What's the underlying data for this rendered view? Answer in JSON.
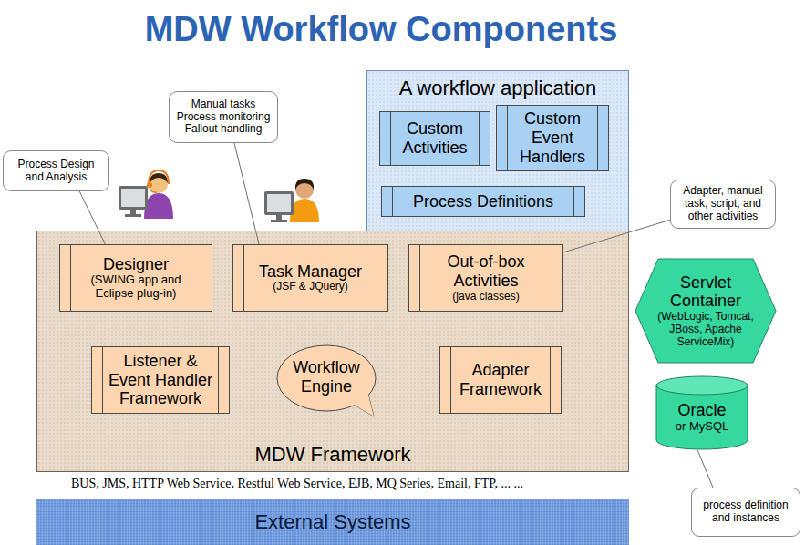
{
  "diagram": {
    "title": "MDW Workflow Components",
    "nodes": [
      {
        "text": [
          "Process Design and Analysis"
        ]
      },
      {
        "text": [
          "Manual tasks Process monitoring Fallout handling"
        ]
      },
      {
        "text": [
          "A workflow application"
        ]
      },
      {
        "text": [
          "Custom Activities"
        ],
        "in": 2
      },
      {
        "text": [
          "Custom Event Handlers"
        ],
        "in": 2
      },
      {
        "text": [
          "Process Definitions"
        ],
        "in": 2
      },
      {
        "text": [
          "Adapter, manual task, script, and other activities"
        ]
      },
      {
        "text": [
          "MDW Framework"
        ]
      },
      {
        "text": [
          "Designer",
          "(SWING app and Eclipse plug-in)"
        ],
        "in": 7
      },
      {
        "text": [
          "Task Manager",
          "(JSF & JQuery)"
        ],
        "in": 7
      },
      {
        "text": [
          "Out-of-box Activities",
          "(java classes)"
        ],
        "in": 7
      },
      {
        "text": [
          "Servlet Container",
          "(WebLogic, Tomcat, JBoss, Apache ServiceMix)"
        ]
      },
      {
        "text": [
          "Listener & Event Handler Framework"
        ],
        "in": 7
      },
      {
        "text": [
          "Workflow Engine"
        ],
        "in": 7
      },
      {
        "text": [
          "Adapter Framework"
        ],
        "in": 7
      },
      {
        "text": [
          "Oracle",
          "or MySQL"
        ]
      },
      {
        "text": [
          "External Systems"
        ]
      },
      {
        "text": [
          "process definition and instances"
        ]
      }
    ],
    "edges": [
      {
        "from": 0,
        "to": 8,
        "arrow": "none"
      },
      {
        "from": 1,
        "to": 9,
        "arrow": "none"
      },
      {
        "from": 6,
        "to": 10,
        "arrow": "none"
      },
      {
        "from": 17,
        "to": 15,
        "arrow": "none"
      }
    ],
    "labels": [
      "BUS, JMS, HTTP Web Service, Restful Web Service, EJB, MQ Series, Email, FTP, ... ..."
    ]
  }
}
